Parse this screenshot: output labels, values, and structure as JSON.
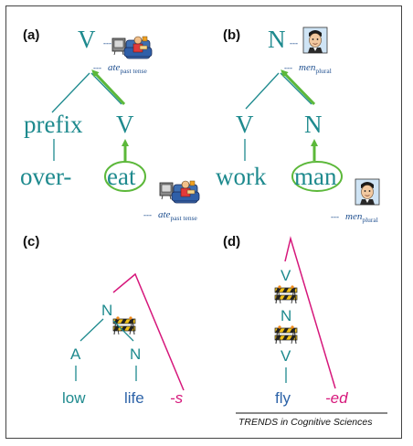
{
  "panels": {
    "a": {
      "label": "(a)",
      "top_node": "V",
      "left_node": "prefix",
      "right_node": "V",
      "left_word": "over-",
      "right_word": "eat",
      "annotation_top": {
        "dashes": "---",
        "lemma": "ate",
        "feature": "past tense"
      },
      "annotation_bottom": {
        "dashes": "---",
        "lemma": "ate",
        "feature": "past tense"
      }
    },
    "b": {
      "label": "(b)",
      "top_node": "N",
      "left_node": "V",
      "right_node": "N",
      "left_word": "work",
      "right_word": "man",
      "annotation_top": {
        "dashes": "---",
        "lemma": "men",
        "feature": "plural"
      },
      "annotation_bottom": {
        "dashes": "---",
        "lemma": "men",
        "feature": "plural"
      }
    },
    "c": {
      "label": "(c)",
      "node_n": "N",
      "node_a": "A",
      "node_n2": "N",
      "word_left": "low",
      "word_right": "life",
      "suffix": "-s"
    },
    "d": {
      "label": "(d)",
      "nodes": [
        "V",
        "N",
        "V"
      ],
      "word": "fly",
      "suffix": "-ed"
    }
  },
  "footer": "TRENDS in Cognitive Sciences",
  "colors": {
    "teal": "#1e8a8e",
    "green": "#5cb83a",
    "pink": "#d6177b",
    "blue": "#1f4f8f"
  },
  "icons": [
    "couch-eating-person-icon",
    "man-face-icon",
    "construction-barrier-icon"
  ]
}
